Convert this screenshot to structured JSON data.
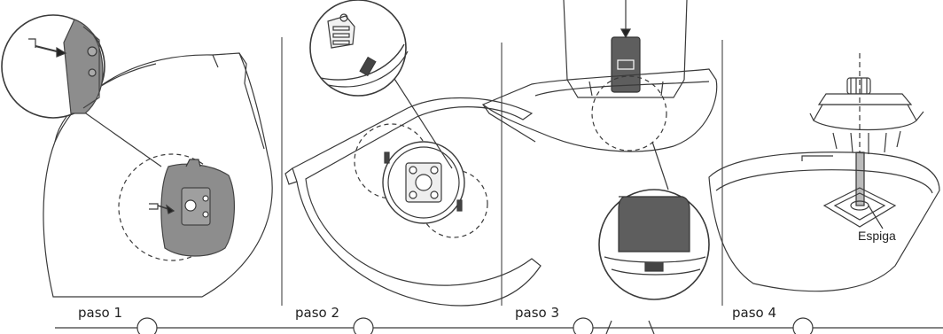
{
  "steps": [
    {
      "label": "paso 1"
    },
    {
      "label": "paso 2"
    },
    {
      "label": "paso 3"
    },
    {
      "label": "paso 4"
    }
  ],
  "callouts": {
    "pin_label": "Espiga"
  },
  "colors": {
    "line": "#3a3a3a",
    "part_gray": "#8d8d8d",
    "part_dark": "#5e5e5e",
    "background": "#ffffff"
  }
}
